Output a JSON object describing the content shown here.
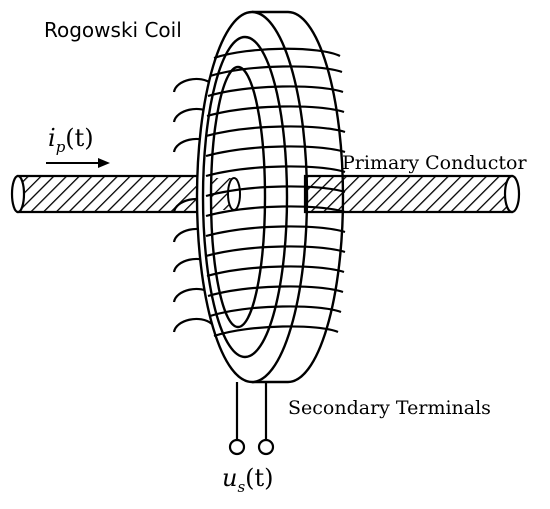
{
  "labels": {
    "coil": "Rogowski Coil",
    "primary": "Primary Conductor",
    "secondary": "Secondary Terminals"
  },
  "current": {
    "symbol": "i",
    "subscript": "p",
    "arg": "(t)"
  },
  "voltage": {
    "symbol": "u",
    "subscript": "s",
    "arg": "(t)"
  },
  "colors": {
    "line": "#000000",
    "background": "#ffffff"
  }
}
